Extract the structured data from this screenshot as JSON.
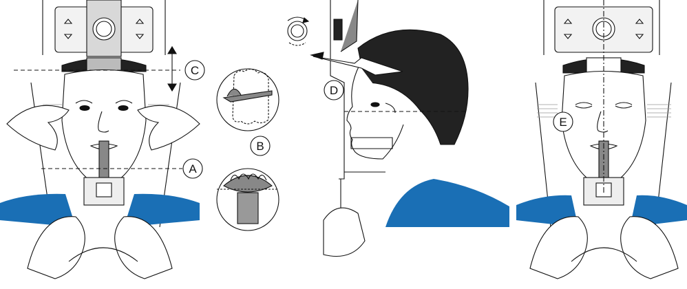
{
  "diagram": {
    "labels": {
      "a": "A",
      "b": "B",
      "c": "C",
      "d": "D",
      "e": "E"
    },
    "colors": {
      "shoulder": "#1a6fb5",
      "hair": "#222222",
      "device_fill": "#e6e6e6",
      "bite_block": "#8a8a8a",
      "line": "#111111"
    }
  }
}
